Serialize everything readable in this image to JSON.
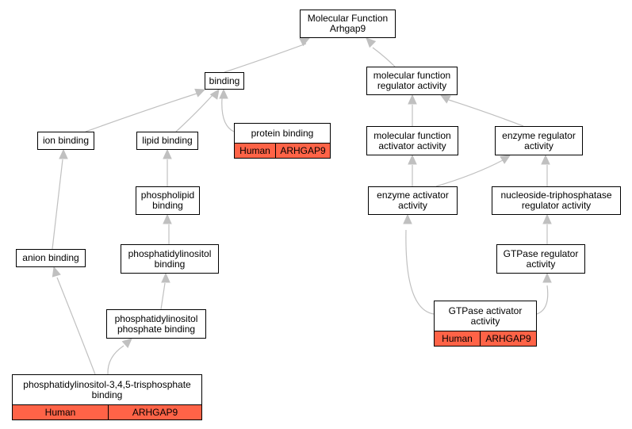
{
  "diagram": {
    "edge_color": "#c0c0c0",
    "annotation_color": "#ff6347",
    "nodes": [
      {
        "id": "root",
        "lines": [
          "Molecular Function",
          "Arhgap9"
        ]
      },
      {
        "id": "binding",
        "lines": [
          "binding"
        ]
      },
      {
        "id": "mfreg",
        "lines": [
          "molecular function",
          "regulator activity"
        ]
      },
      {
        "id": "ion",
        "lines": [
          "ion binding"
        ]
      },
      {
        "id": "lipid",
        "lines": [
          "lipid binding"
        ]
      },
      {
        "id": "protein",
        "lines": [
          "protein binding"
        ],
        "annotation": [
          "Human",
          "ARHGAP9"
        ]
      },
      {
        "id": "mfact",
        "lines": [
          "molecular function",
          "activator activity"
        ]
      },
      {
        "id": "enzreg",
        "lines": [
          "enzyme regulator",
          "activity"
        ]
      },
      {
        "id": "phospholipid",
        "lines": [
          "phospholipid",
          "binding"
        ]
      },
      {
        "id": "enzact",
        "lines": [
          "enzyme activator",
          "activity"
        ]
      },
      {
        "id": "ntpreg",
        "lines": [
          "nucleoside-triphosphatase",
          "regulator activity"
        ]
      },
      {
        "id": "anion",
        "lines": [
          "anion binding"
        ]
      },
      {
        "id": "pi",
        "lines": [
          "phosphatidylinositol",
          "binding"
        ]
      },
      {
        "id": "gtpreg",
        "lines": [
          "GTPase regulator",
          "activity"
        ]
      },
      {
        "id": "gtpact",
        "lines": [
          "GTPase activator",
          "activity"
        ],
        "annotation": [
          "Human",
          "ARHGAP9"
        ]
      },
      {
        "id": "pip",
        "lines": [
          "phosphatidylinositol",
          "phosphate binding"
        ]
      },
      {
        "id": "pip3",
        "lines": [
          "phosphatidylinositol-3,4,5-trisphosphate",
          "binding"
        ],
        "annotation": [
          "Human",
          "ARHGAP9"
        ]
      }
    ],
    "edges": [
      {
        "from": "binding",
        "to": "root"
      },
      {
        "from": "mfreg",
        "to": "root"
      },
      {
        "from": "ion",
        "to": "binding"
      },
      {
        "from": "lipid",
        "to": "binding"
      },
      {
        "from": "protein",
        "to": "binding"
      },
      {
        "from": "mfact",
        "to": "mfreg"
      },
      {
        "from": "enzreg",
        "to": "mfreg"
      },
      {
        "from": "phospholipid",
        "to": "lipid"
      },
      {
        "from": "enzact",
        "to": "mfact"
      },
      {
        "from": "enzact",
        "to": "enzreg"
      },
      {
        "from": "ntpreg",
        "to": "enzreg"
      },
      {
        "from": "anion",
        "to": "ion"
      },
      {
        "from": "pi",
        "to": "phospholipid"
      },
      {
        "from": "gtpreg",
        "to": "ntpreg"
      },
      {
        "from": "gtpact",
        "to": "enzact"
      },
      {
        "from": "gtpact",
        "to": "gtpreg"
      },
      {
        "from": "pip",
        "to": "pi"
      },
      {
        "from": "pip3",
        "to": "anion"
      },
      {
        "from": "pip3",
        "to": "pip"
      }
    ]
  }
}
